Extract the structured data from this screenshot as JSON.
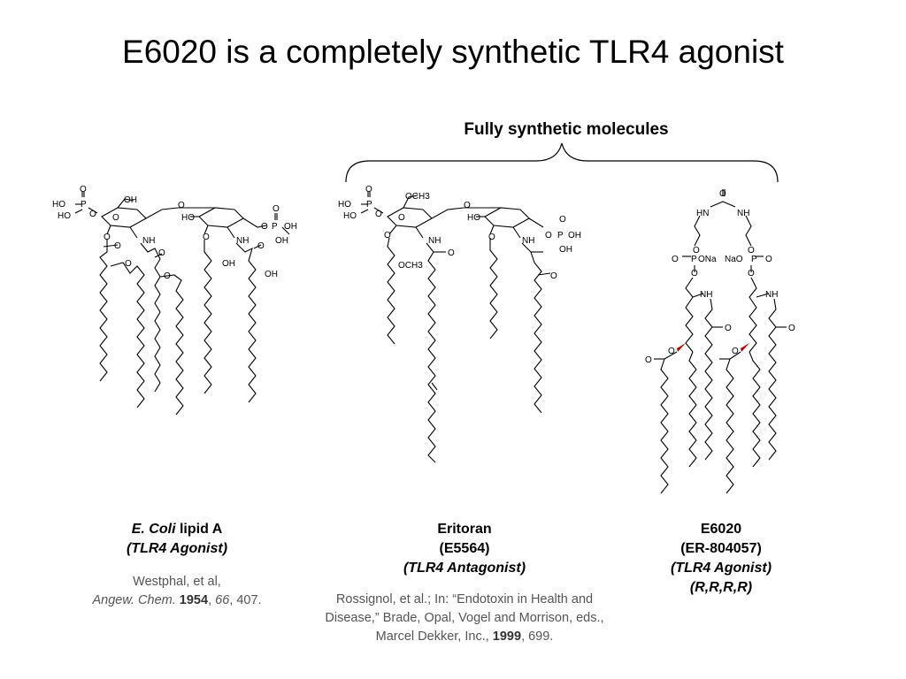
{
  "slide": {
    "title": "E6020 is a completely synthetic TLR4 agonist",
    "bracket_label": "Fully synthetic molecules"
  },
  "molecules": [
    {
      "name_italic": "E. Coli",
      "name_rest": " lipid A",
      "role": "(TLR4 Agonist)",
      "atom_labels": [
        "HO",
        "HO",
        "P",
        "O",
        "O",
        "OH",
        "O",
        "O",
        "O",
        "NH",
        "HO",
        "O",
        "NH",
        "O",
        "P",
        "OH",
        "OH",
        "O",
        "O",
        "O",
        "O",
        "O",
        "O",
        "OH",
        "OH"
      ],
      "ref": {
        "line1": "Westphal, et al,",
        "journal": "Angew. Chem.",
        "year": "1954",
        "volume": "66",
        "page": ", 407."
      }
    },
    {
      "name": "Eritoran",
      "code": "(E5564)",
      "role": "(TLR4 Antagonist)",
      "atom_labels": [
        "HO",
        "HO",
        "P",
        "O",
        "O",
        "OCH3",
        "O",
        "O",
        "O",
        "NH",
        "HO",
        "O",
        "NH",
        "O",
        "P",
        "OH",
        "OH",
        "O",
        "OCH3",
        "O",
        "O"
      ],
      "ref": {
        "line1": "Rossignol, et al.; In:  “Endotoxin in Health and",
        "line2": "Disease,” Brade, Opal, Vogel and Morrison, eds.,",
        "line3_pre": "Marcel Dekker, Inc., ",
        "year": "1999",
        "page": ", 699."
      }
    },
    {
      "name": "E6020",
      "code": "(ER-804057)",
      "role": "(TLR4 Agonist)",
      "stereo": "(R,R,R,R)",
      "atom_labels": [
        "O",
        "HN",
        "NH",
        "O",
        "O",
        "O",
        "P",
        "P",
        "O",
        "ONa",
        "NaO",
        "O",
        "NH",
        "NH",
        "O",
        "O",
        "O",
        "O",
        "O",
        "O"
      ]
    }
  ]
}
